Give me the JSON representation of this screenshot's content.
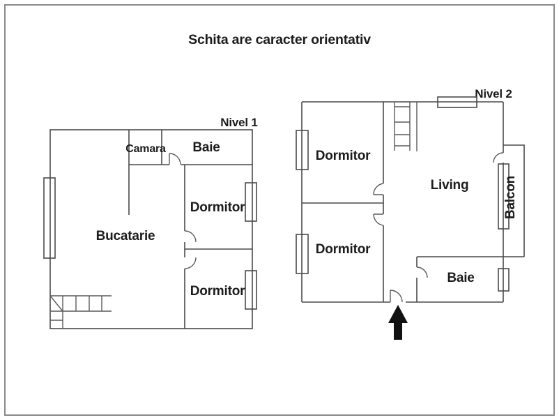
{
  "title": "Schita are caracter orientativ",
  "level1": {
    "label": "Nivel 1",
    "rooms": {
      "camara": "Camara",
      "baie": "Baie",
      "dormitor_top": "Dormitor",
      "bucatarie": "Bucatarie",
      "dormitor_bottom": "Dormitor"
    }
  },
  "level2": {
    "label": "Nivel 2",
    "rooms": {
      "dormitor_top": "Dormitor",
      "living": "Living",
      "balcon": "Balcon",
      "dormitor_bottom": "Dormitor",
      "baie": "Baie"
    }
  },
  "colors": {
    "wall": "#4a4a4a",
    "frame": "#8a8a8a",
    "text": "#1c1c1c",
    "arrow": "#111111"
  }
}
